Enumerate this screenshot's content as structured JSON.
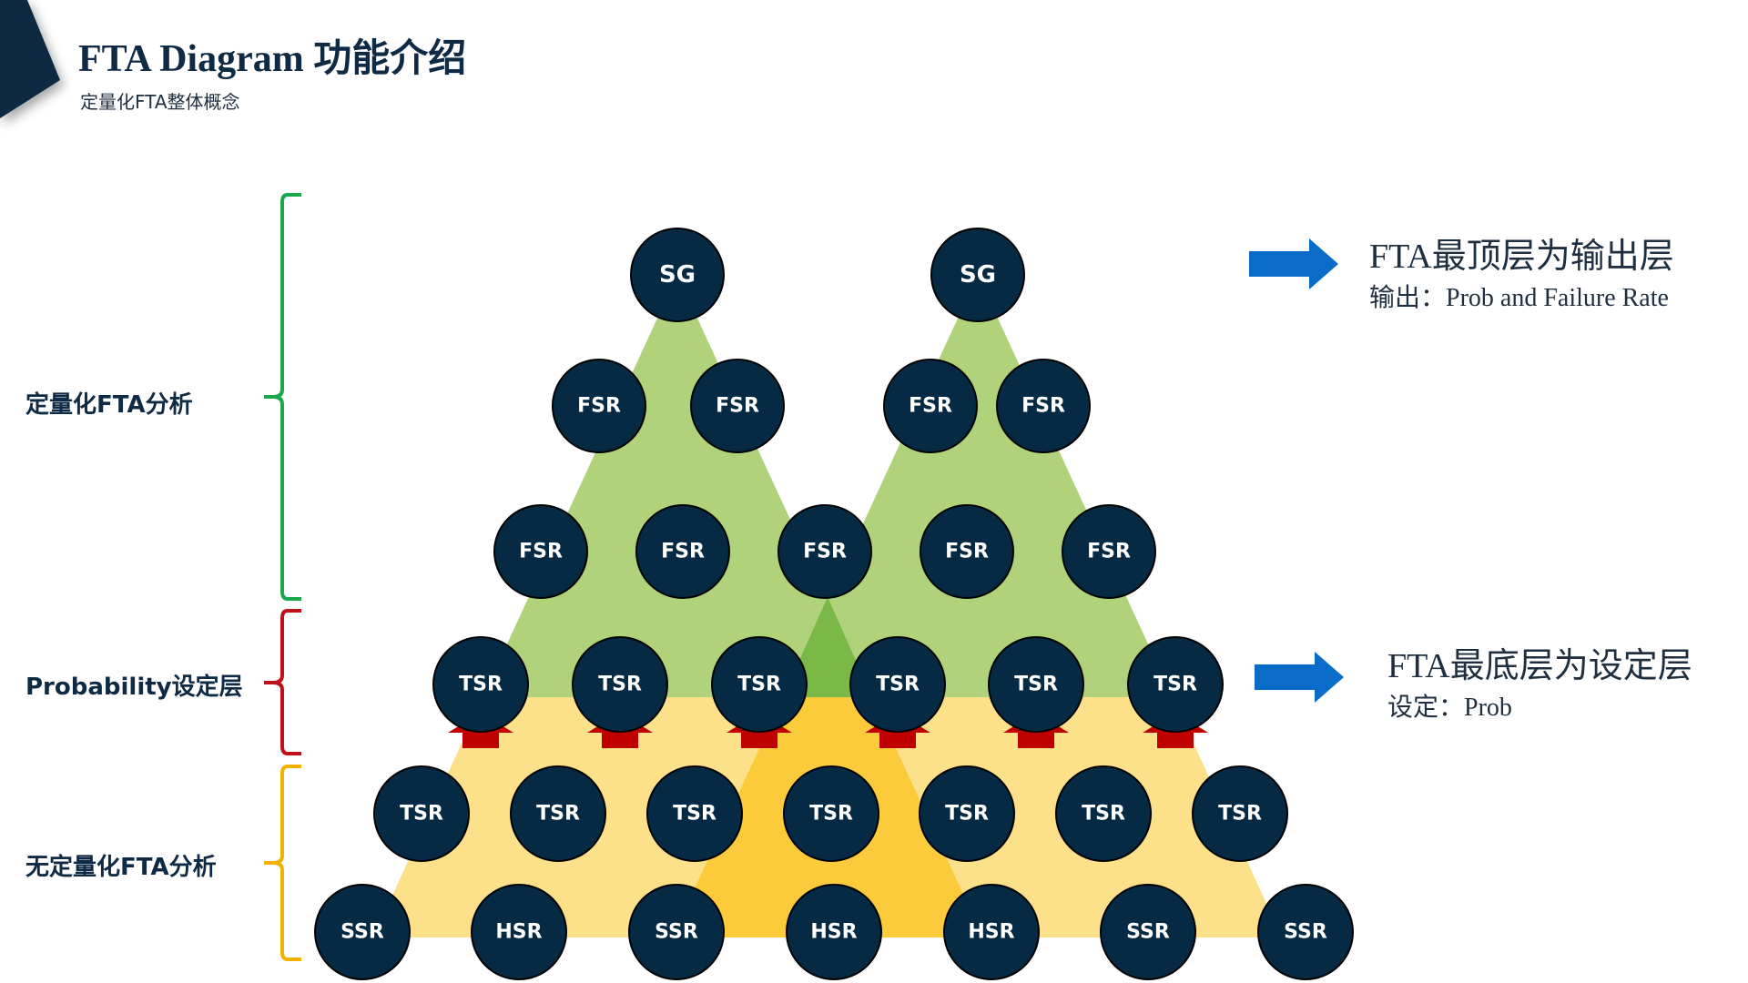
{
  "header": {
    "title": "FTA Diagram 功能介绍",
    "subtitle": "定量化FTA整体概念"
  },
  "layers": [
    {
      "label": "定量化FTA分析",
      "bracket_color": "#1aa84a"
    },
    {
      "label": "Probability设定层",
      "bracket_color": "#c0101a"
    },
    {
      "label": "无定量化FTA分析",
      "bracket_color": "#f0b400"
    }
  ],
  "notes": {
    "top": {
      "heading": "FTA最顶层为输出层",
      "detail": "输出：Prob and Failure Rate"
    },
    "bottom": {
      "heading": "FTA最底层为设定层",
      "detail": "设定：Prob"
    }
  },
  "colors": {
    "node_fill": "#062a44",
    "green_region": "#afd27a",
    "green_overlap": "#7ab848",
    "yellow_region": "#fde08a",
    "yellow_overlap": "#fccb3c",
    "up_arrow": "#c00000",
    "right_arrow": "#0a6cc8"
  },
  "diagram": {
    "row1": [
      "SG",
      "SG"
    ],
    "row2": [
      "FSR",
      "FSR",
      "FSR",
      "FSR"
    ],
    "row3": [
      "FSR",
      "FSR",
      "FSR",
      "FSR",
      "FSR"
    ],
    "row4": [
      "TSR",
      "TSR",
      "TSR",
      "TSR",
      "TSR",
      "TSR"
    ],
    "row5": [
      "TSR",
      "TSR",
      "TSR",
      "TSR",
      "TSR",
      "TSR",
      "TSR"
    ],
    "row6": [
      "SSR",
      "HSR",
      "SSR",
      "HSR",
      "HSR",
      "SSR",
      "SSR"
    ]
  }
}
